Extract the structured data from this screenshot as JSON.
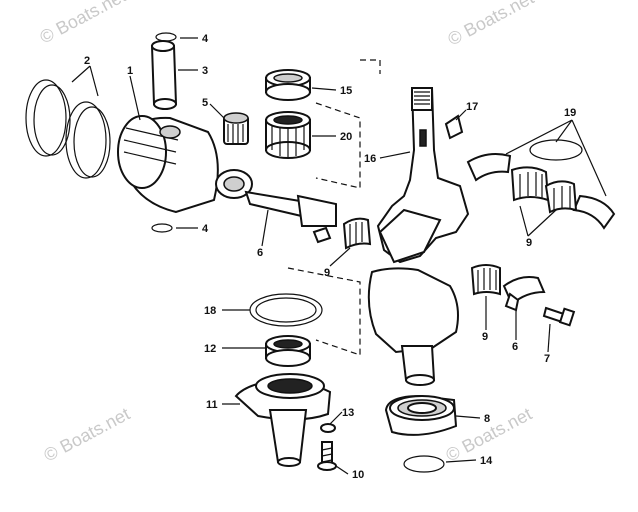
{
  "watermark": {
    "top_left": "© Boats.net",
    "top_right": "© Boats.net",
    "bottom_left": "© Boats.net",
    "bottom_right": "© Boats.net"
  },
  "callouts": {
    "c1": "1",
    "c2": "2",
    "c3": "3",
    "c4a": "4",
    "c4b": "4",
    "c5": "5",
    "c6a": "6",
    "c6b": "6",
    "c7": "7",
    "c8": "8",
    "c9a": "9",
    "c9b": "9",
    "c9c": "9",
    "c10": "10",
    "c11": "11",
    "c12": "12",
    "c13": "13",
    "c14": "14",
    "c15": "15",
    "c16": "16",
    "c17": "17",
    "c18": "18",
    "c19": "19",
    "c20": "20"
  }
}
